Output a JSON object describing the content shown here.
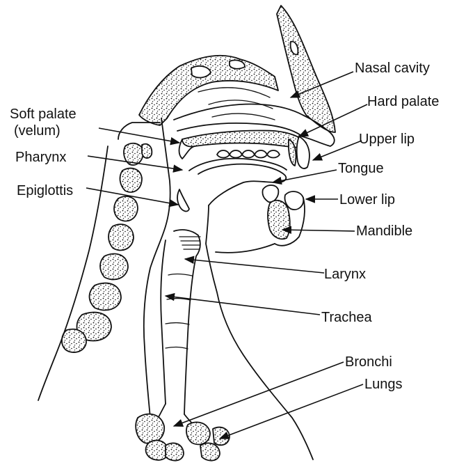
{
  "diagram": {
    "labels": {
      "nasal_cavity": "Nasal cavity",
      "hard_palate": "Hard palate",
      "soft_palate_1": "Soft palate",
      "soft_palate_2": "(velum)",
      "pharynx": "Pharynx",
      "upper_lip": "Upper lip",
      "tongue": "Tongue",
      "epiglottis": "Epiglottis",
      "lower_lip": "Lower lip",
      "mandible": "Mandible",
      "larynx": "Larynx",
      "trachea": "Trachea",
      "bronchi": "Bronchi",
      "lungs": "Lungs"
    },
    "colors": {
      "ink": "#111111",
      "background": "#ffffff"
    }
  }
}
